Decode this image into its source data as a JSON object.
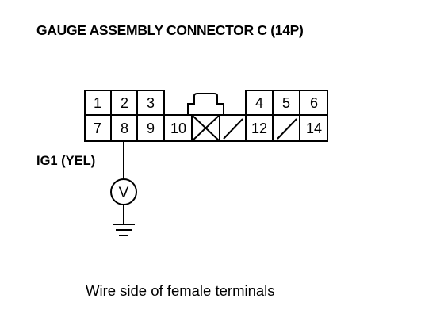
{
  "diagram": {
    "title": "GAUGE ASSEMBLY CONNECTOR C (14P)",
    "caption": "Wire side of female terminals",
    "wire_label": "IG1 (YEL)",
    "meter_symbol": "V",
    "connector": {
      "top_left": [
        "1",
        "2",
        "3"
      ],
      "top_right": [
        "4",
        "5",
        "6"
      ],
      "bottom": [
        "7",
        "8",
        "9",
        "10",
        "",
        "",
        "12",
        "",
        "14"
      ]
    }
  }
}
